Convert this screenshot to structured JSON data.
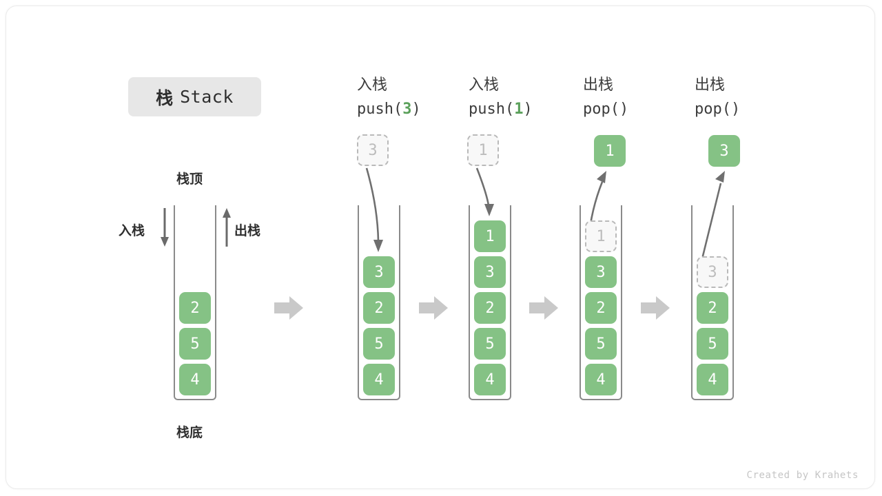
{
  "figure": {
    "title_cn": "栈",
    "title_en": "Stack",
    "credit": "Created by Krahets",
    "accent_green": "#85c285",
    "ghost_gray": "#bcbcbc",
    "arrow_gray": "#c9c9c9",
    "text_dark": "#2e2e2e"
  },
  "annotations": {
    "top_label": "栈顶",
    "bottom_label": "栈底",
    "push_label": "入栈",
    "pop_label": "出栈"
  },
  "columns": [
    {
      "id": "initial",
      "head_cn": "",
      "head_code": "",
      "head_arg": "",
      "outside": null,
      "cells": [
        {
          "value": "2",
          "state": "filled"
        },
        {
          "value": "5",
          "state": "filled"
        },
        {
          "value": "4",
          "state": "filled"
        }
      ]
    },
    {
      "id": "push-3",
      "head_cn": "入栈",
      "head_code_pre": "push(",
      "head_arg": "3",
      "head_code_post": ")",
      "outside": {
        "value": "3",
        "state": "ghost"
      },
      "motion": "down",
      "cells": [
        {
          "value": "3",
          "state": "filled"
        },
        {
          "value": "2",
          "state": "filled"
        },
        {
          "value": "5",
          "state": "filled"
        },
        {
          "value": "4",
          "state": "filled"
        }
      ]
    },
    {
      "id": "push-1",
      "head_cn": "入栈",
      "head_code_pre": "push(",
      "head_arg": "1",
      "head_code_post": ")",
      "outside": {
        "value": "1",
        "state": "ghost"
      },
      "motion": "down",
      "cells": [
        {
          "value": "1",
          "state": "filled"
        },
        {
          "value": "3",
          "state": "filled"
        },
        {
          "value": "2",
          "state": "filled"
        },
        {
          "value": "5",
          "state": "filled"
        },
        {
          "value": "4",
          "state": "filled"
        }
      ]
    },
    {
      "id": "pop-1",
      "head_cn": "出栈",
      "head_code_pre": "pop(",
      "head_arg": "",
      "head_code_post": ")",
      "outside": {
        "value": "1",
        "state": "filled"
      },
      "motion": "up",
      "cells": [
        {
          "value": "1",
          "state": "ghost"
        },
        {
          "value": "3",
          "state": "filled"
        },
        {
          "value": "2",
          "state": "filled"
        },
        {
          "value": "5",
          "state": "filled"
        },
        {
          "value": "4",
          "state": "filled"
        }
      ]
    },
    {
      "id": "pop-3",
      "head_cn": "出栈",
      "head_code_pre": "pop(",
      "head_arg": "",
      "head_code_post": ")",
      "outside": {
        "value": "3",
        "state": "filled"
      },
      "motion": "up",
      "cells": [
        {
          "value": "3",
          "state": "ghost"
        },
        {
          "value": "2",
          "state": "filled"
        },
        {
          "value": "5",
          "state": "filled"
        },
        {
          "value": "4",
          "state": "filled"
        }
      ]
    }
  ],
  "separators": [
    "arrow-right",
    "arrow-right",
    "arrow-right",
    "arrow-right"
  ]
}
